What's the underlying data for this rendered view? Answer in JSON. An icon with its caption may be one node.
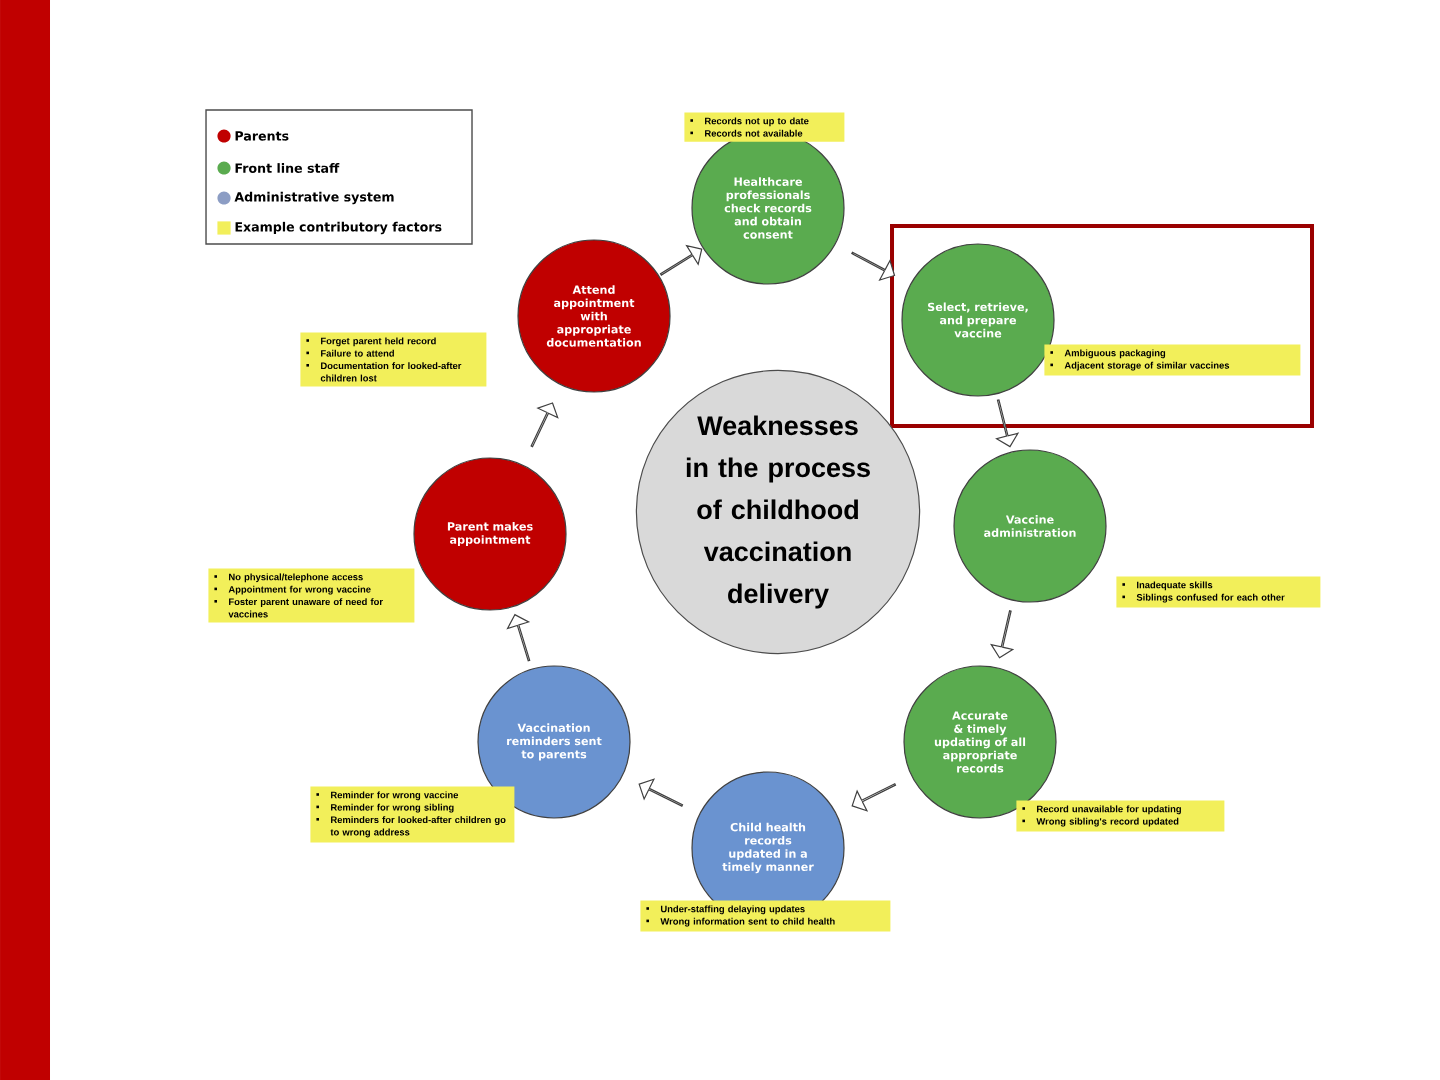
{
  "diagram": {
    "nodes": [
      {
        "text": [
          "Weaknesses in the process of childhood vaccination delivery"
        ]
      },
      {
        "text": [
          "Parent makes appointment"
        ]
      },
      {
        "text": [
          "No physical/telephone access",
          "Appointment for wrong vaccine",
          "Foster parent unaware of need for vaccines"
        ]
      },
      {
        "text": [
          "Attend appointment with appropriate documentation"
        ]
      },
      {
        "text": [
          "Forget parent held record",
          "Failure to attend",
          "Documentation for looked-after children lost"
        ]
      },
      {
        "text": [
          "Healthcare professionals check records and obtain consent"
        ]
      },
      {
        "text": [
          "Records not up to date",
          "Records not available"
        ]
      },
      {
        "text": [],
        "shape": "box"
      },
      {
        "text": [
          "Select, retrieve, and prepare vaccine"
        ],
        "in": 7
      },
      {
        "text": [
          "Ambiguous packaging",
          "Adjacent storage of similar vaccines"
        ],
        "in": 7
      },
      {
        "text": [
          "Vaccine administration"
        ]
      },
      {
        "text": [
          "Inadequate skills",
          "Siblings confused for each other"
        ]
      },
      {
        "text": [
          "Accurate & timely updating of all appropriate records"
        ]
      },
      {
        "text": [
          "Record unavailable for updating",
          "Wrong sibling's record updated"
        ]
      },
      {
        "text": [
          "Child health records updated in a timely manner"
        ]
      },
      {
        "text": [
          "Under-staffing delaying updates",
          "Wrong information sent to child health"
        ]
      },
      {
        "text": [
          "Vaccination reminders sent to parents"
        ]
      },
      {
        "text": [
          "Reminder for wrong vaccine",
          "Reminder for wrong sibling",
          "Reminders for looked-after children go to wrong address"
        ]
      }
    ],
    "edges": [
      {
        "from": 1,
        "to": 3,
        "arrow": "to"
      },
      {
        "from": 3,
        "to": 5,
        "arrow": "to"
      },
      {
        "from": 5,
        "to": 8,
        "arrow": "to"
      },
      {
        "from": 8,
        "to": 10,
        "arrow": "to"
      },
      {
        "from": 10,
        "to": 12,
        "arrow": "to"
      },
      {
        "from": 12,
        "to": 14,
        "arrow": "to"
      },
      {
        "from": 14,
        "to": 16,
        "arrow": "to"
      },
      {
        "from": 16,
        "to": 1,
        "arrow": "to"
      }
    ],
    "legend": [
      {
        "text": "Parents",
        "color": "#c00000"
      },
      {
        "text": "Front line staff",
        "color": "#5aab4f"
      },
      {
        "text": "Administrative system",
        "color": "#8c9dc4"
      },
      {
        "text": "Example contributory factors",
        "color": "#f2ef5a"
      }
    ]
  }
}
